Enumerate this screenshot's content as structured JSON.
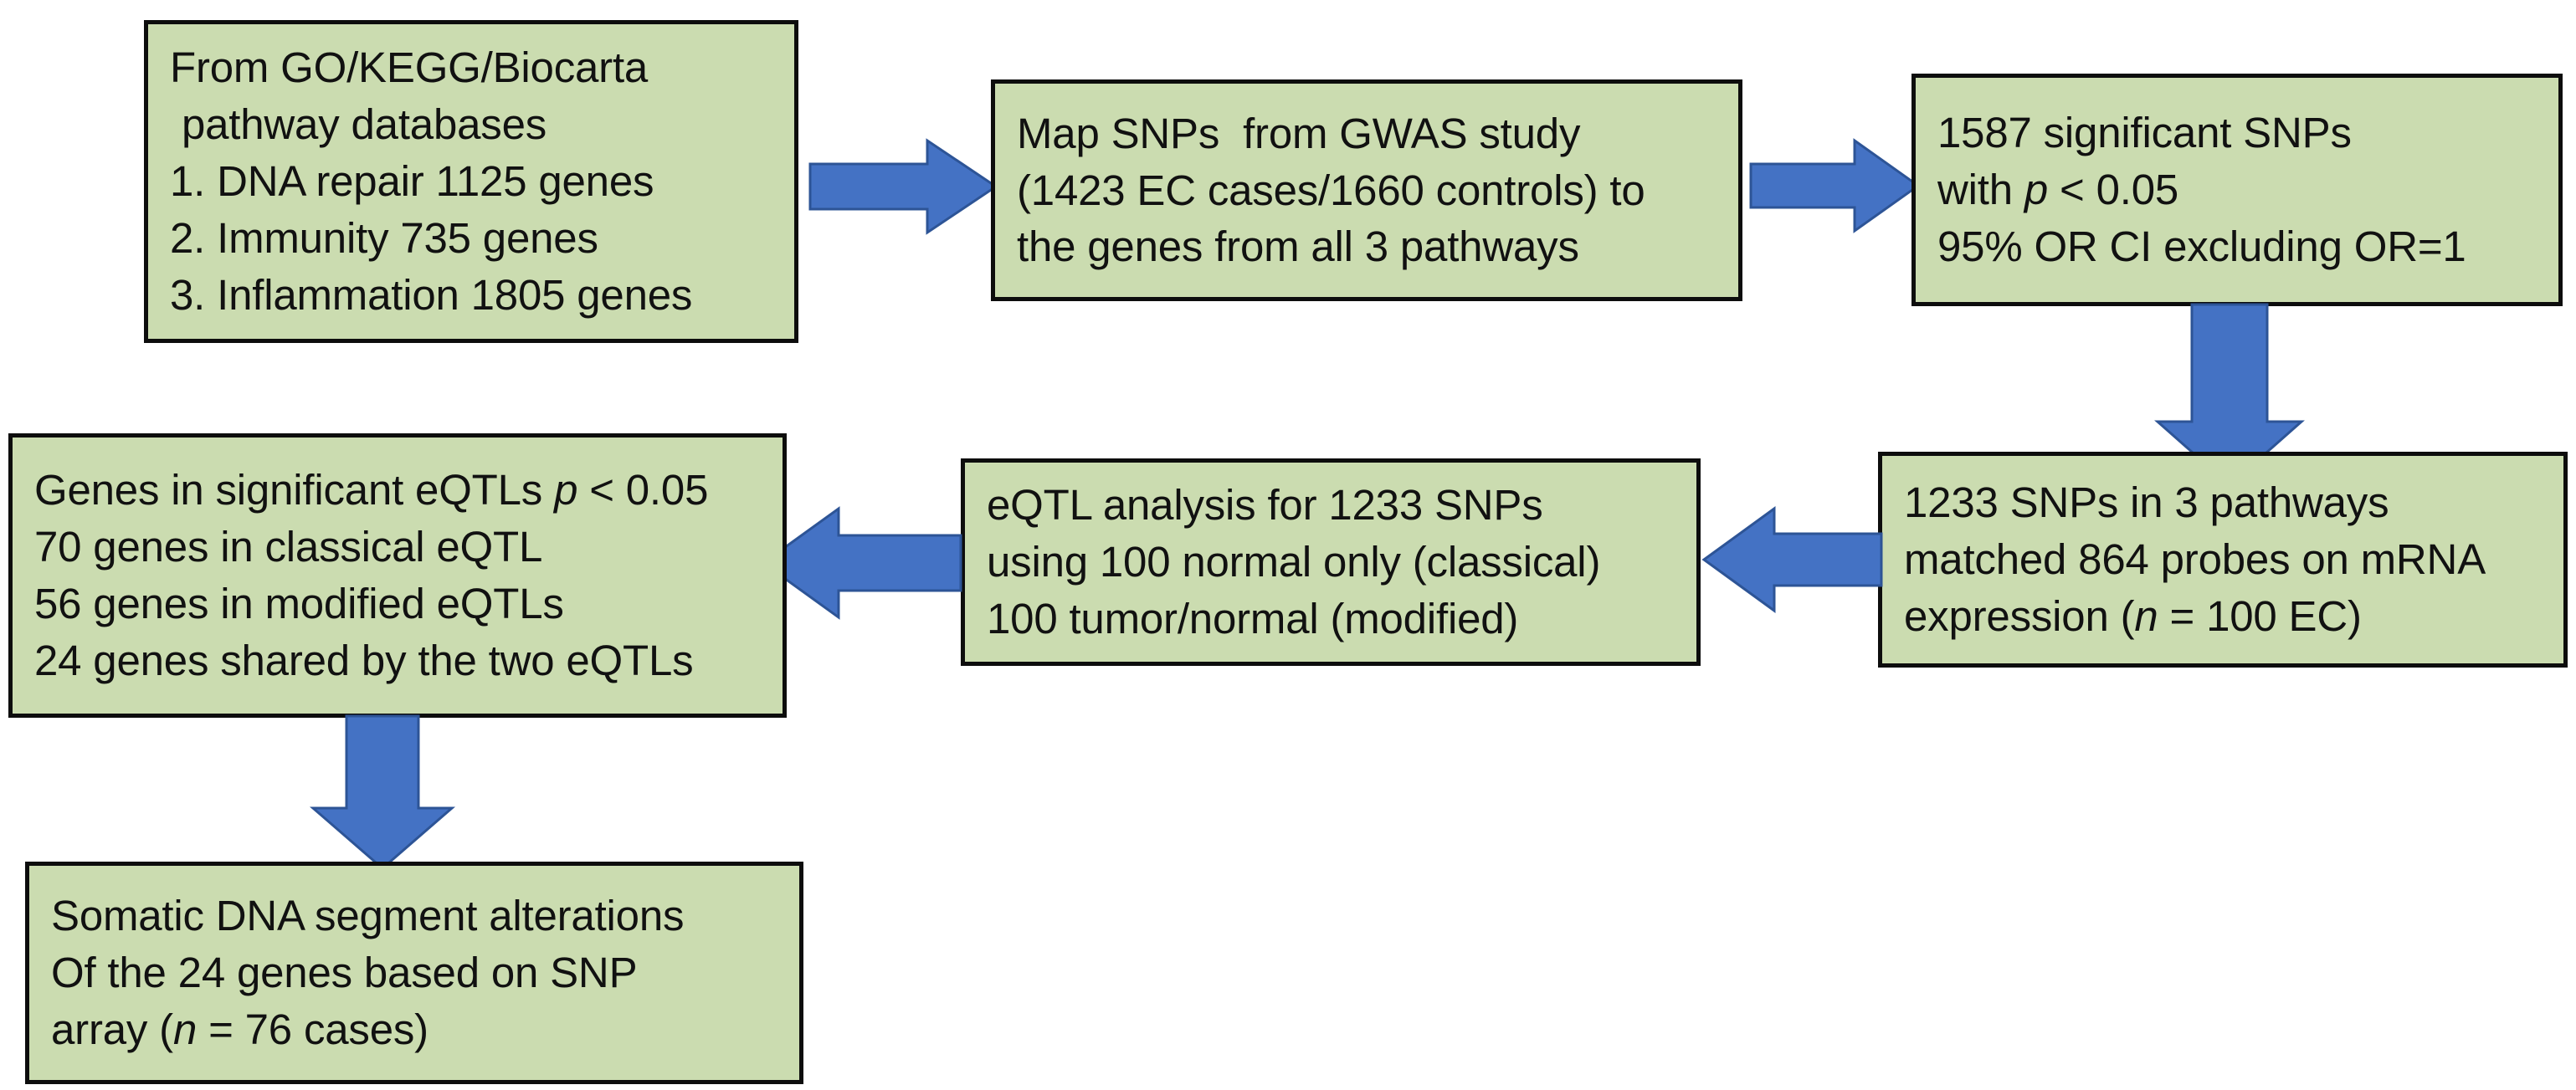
{
  "diagram": {
    "title": "eQTL pathway analysis workflow flowchart",
    "colors": {
      "box_fill": "#cbdcb0",
      "box_border": "#0d0d0d",
      "arrow_fill": "#4472c4",
      "arrow_border": "#2d5496",
      "background": "#ffffff",
      "text": "#111111"
    },
    "nodes": [
      {
        "id": "pathway-databases",
        "lines": [
          "From GO/KEGG/Biocarta",
          " pathway databases",
          "1. DNA repair 1125 genes",
          "2. Immunity 735 genes",
          "3. Inflammation 1805 genes"
        ]
      },
      {
        "id": "map-snps-gwas",
        "lines": [
          "Map SNPs  from GWAS study",
          "(1423 EC cases/1660 controls) to",
          "the genes from all 3 pathways"
        ]
      },
      {
        "id": "significant-snps",
        "lines_html": [
          "1587 significant SNPs",
          "with <i>p</i> &lt; 0.05",
          "95% OR CI excluding OR=1"
        ]
      },
      {
        "id": "snps-matched-probes",
        "lines_html": [
          "1233 SNPs in 3 pathways",
          "matched 864 probes on mRNA",
          "expression (<i>n</i> = 100 EC)"
        ]
      },
      {
        "id": "eqtl-analysis",
        "lines": [
          "eQTL analysis for 1233 SNPs",
          "using 100 normal only (classical)",
          "100 tumor/normal (modified)"
        ]
      },
      {
        "id": "genes-significant-eqtls",
        "lines_html": [
          "Genes in significant eQTLs <i>p</i> &lt; 0.05",
          "70 genes in classical eQTL",
          "56 genes in modified eQTLs",
          "24 genes shared by the two eQTLs"
        ]
      },
      {
        "id": "somatic-dna-alterations",
        "lines_html": [
          "Somatic DNA segment alterations",
          "Of the 24 genes based on SNP",
          "array (<i>n</i> = 76 cases)"
        ]
      }
    ],
    "arrows": [
      {
        "id": "arrow-1",
        "direction": "right",
        "from": "pathway-databases",
        "to": "map-snps-gwas"
      },
      {
        "id": "arrow-2",
        "direction": "right",
        "from": "map-snps-gwas",
        "to": "significant-snps"
      },
      {
        "id": "arrow-3",
        "direction": "down",
        "from": "significant-snps",
        "to": "snps-matched-probes"
      },
      {
        "id": "arrow-4",
        "direction": "left",
        "from": "snps-matched-probes",
        "to": "eqtl-analysis"
      },
      {
        "id": "arrow-5",
        "direction": "left",
        "from": "eqtl-analysis",
        "to": "genes-significant-eqtls"
      },
      {
        "id": "arrow-6",
        "direction": "down",
        "from": "genes-significant-eqtls",
        "to": "somatic-dna-alterations"
      }
    ]
  }
}
